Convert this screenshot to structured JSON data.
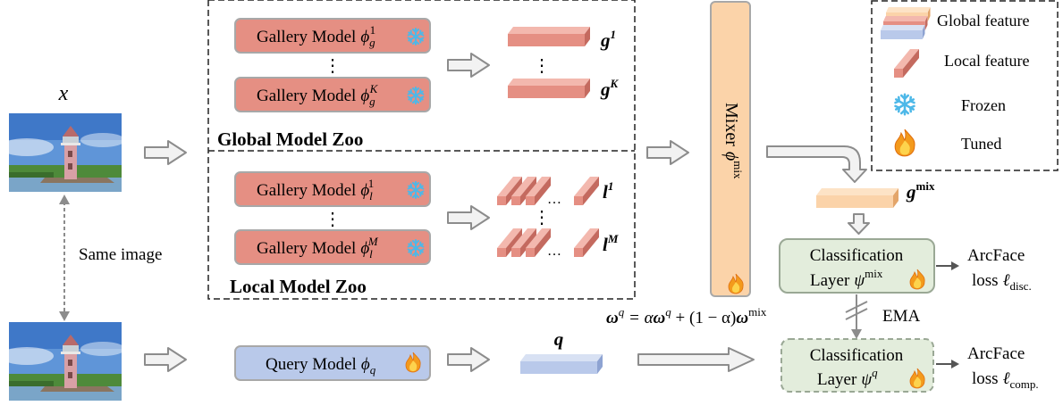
{
  "input": {
    "label": "x",
    "shared_label": "Same image"
  },
  "global_zoo": {
    "title": "Global Model Zoo",
    "model_label": "Gallery Model",
    "top_symbol": "ϕ",
    "top_sub": "g",
    "top_sup": "1",
    "bottom_symbol": "ϕ",
    "bottom_sub": "g",
    "bottom_sup": "K",
    "dots": "⋮",
    "out_top": "g",
    "out_top_sup": "1",
    "out_bottom": "g",
    "out_bottom_sup": "K"
  },
  "local_zoo": {
    "title": "Local Model Zoo",
    "model_label": "Gallery Model",
    "top_symbol": "ϕ",
    "top_sub": "l",
    "top_sup": "1",
    "bottom_symbol": "ϕ",
    "bottom_sub": "l",
    "bottom_sup": "M",
    "dots": "⋮",
    "h_dots": "…",
    "out_top": "l",
    "out_top_sup": "1",
    "out_bottom": "l",
    "out_bottom_sup": "M"
  },
  "mixer": {
    "label": "Mixer",
    "symbol": "ϕ",
    "sup": "mix"
  },
  "mix_feature": {
    "symbol": "g",
    "sup": "mix"
  },
  "cls_mix": {
    "line1": "Classification",
    "line2": "Layer",
    "symbol": "ψ",
    "sup": "mix",
    "loss_line1": "ArcFace",
    "loss_line2": "loss",
    "loss_symbol": "ℓ",
    "loss_sub": "disc."
  },
  "cls_q": {
    "line1": "Classification",
    "line2": "Layer",
    "symbol": "ψ",
    "sup": "q",
    "loss_line1": "ArcFace",
    "loss_line2": "loss",
    "loss_symbol": "ℓ",
    "loss_sub": "comp."
  },
  "query": {
    "label": "Query Model",
    "symbol": "ϕ",
    "sub": "q",
    "feature": "q"
  },
  "ema": {
    "label": "EMA",
    "eq_lhs": "ω",
    "eq_lhs_sup": "q",
    "eq_eq": " = α",
    "eq_w1": "ω",
    "eq_w1_sup": "q",
    "eq_mid": " + (1 − α)",
    "eq_w2": "ω",
    "eq_w2_sup": "mix"
  },
  "legend": {
    "global": "Global feature",
    "local": "Local feature",
    "frozen": "Frozen",
    "tuned": "Tuned"
  },
  "colors": {
    "gallery_fill": "#e58f83",
    "gallery_stroke": "#a8a8a8",
    "query_fill": "#b9c9ea",
    "mixer_fill": "#fbd3a9",
    "cls_fill": "#e3eddc",
    "cls_stroke": "#9aa895",
    "arrow_fill": "#f2f2f2",
    "arrow_stroke": "#8c8c8c",
    "frozen": "#4db8e8",
    "flame_outer": "#f39a1c",
    "flame_inner": "#fdd34d"
  }
}
